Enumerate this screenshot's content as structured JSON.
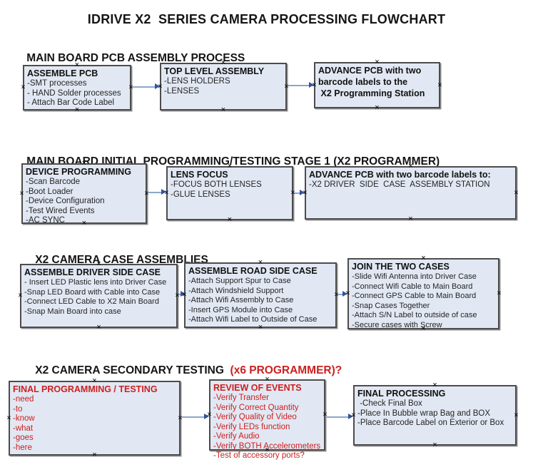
{
  "title": "IDRIVE X2  SERIES CAMERA PROCESSING FLOWCHART",
  "glyphs": {
    "connection_marker": "×",
    "arrowhead": "right-arrow"
  },
  "colors": {
    "accent_red": "#cc2020",
    "box_fill": "#e2e8f3",
    "box_border": "#4c4c4c",
    "connector_line": "#8ca7c9",
    "connector_arrowhead": "#32529e"
  },
  "sections": [
    {
      "heading": "MAIN BOARD PCB ASSEMBLY PROCESS",
      "heading_red": "",
      "boxes": [
        {
          "title": "ASSEMBLE PCB",
          "items": [
            "-SMT processes",
            "- HAND Solder processes",
            "- Attach Bar Code Label"
          ]
        },
        {
          "title": "TOP LEVEL ASSEMBLY",
          "items": [
            "-LENS HOLDERS",
            "-LENSES"
          ]
        },
        {
          "title": "ADVANCE PCB with two\nbarcode labels to the\n X2 Programming Station",
          "items": []
        }
      ]
    },
    {
      "heading": "MAIN BOARD INITIAL PROGRAMMING/TESTING STAGE 1 (X2 PROGRAMMER)",
      "heading_red": "",
      "boxes": [
        {
          "title": "DEVICE PROGRAMMING",
          "items": [
            "-Scan Barcode",
            "-Boot Loader",
            "-Device Configuration",
            "-Test Wired Events",
            "-AC SYNC"
          ]
        },
        {
          "title": "LENS FOCUS",
          "items": [
            "-FOCUS BOTH LENSES",
            "-GLUE LENSES"
          ]
        },
        {
          "title": "ADVANCE PCB with two barcode labels to:",
          "items": [
            "-X2 DRIVER  SIDE  CASE  ASSEMBLY STATION"
          ]
        }
      ]
    },
    {
      "heading": "X2 CAMERA CASE ASSEMBLIES",
      "heading_red": "",
      "boxes": [
        {
          "title": "ASSEMBLE DRIVER SIDE CASE",
          "items": [
            "- Insert LED Plastic lens into Driver Case",
            "-Snap LED Board with Cable into Case",
            "-Connect LED Cable to X2 Main Board",
            "-Snap Main Board into case"
          ]
        },
        {
          "title": "ASSEMBLE ROAD SIDE CASE",
          "items": [
            "-Attach Support Spur to Case",
            "-Attach Windshield Support",
            "-Attach Wifi Assembly to Case",
            "-Insert GPS Module into Case",
            "-Attach Wifi Label to Outside of Case"
          ]
        },
        {
          "title": "JOIN THE TWO CASES",
          "items": [
            "-Slide Wifi Antenna into Driver Case",
            "-Connect Wifi Cable to Main Board",
            "-Connect GPS Cable to Main Board",
            "-Snap Cases Together",
            "-Attach S/N Label to outside of case",
            "-Secure cases with Screw"
          ]
        }
      ]
    },
    {
      "heading": "X2 CAMERA SECONDARY TESTING  ",
      "heading_red": "(x6 PROGRAMMER)?",
      "boxes": [
        {
          "title": "FINAL PROGRAMMING / TESTING",
          "items": [
            "-need",
            "-to",
            "-know",
            "-what",
            "-goes",
            "-here"
          ]
        },
        {
          "title": "REVIEW OF EVENTS",
          "items": [
            "-Verify Transfer",
            "-Verify Correct Quantity",
            "-Verify Quality of Video",
            "-Verify LEDs function",
            "-Verify Audio",
            "-Verify BOTH Accelerometers",
            "-Test of accessory ports?"
          ]
        },
        {
          "title": "FINAL PROCESSING",
          "items": [
            " -Check Final Box",
            "-Place In Bubble wrap Bag and BOX",
            "-Place Barcode Label on Exterior or Box"
          ]
        }
      ]
    }
  ]
}
